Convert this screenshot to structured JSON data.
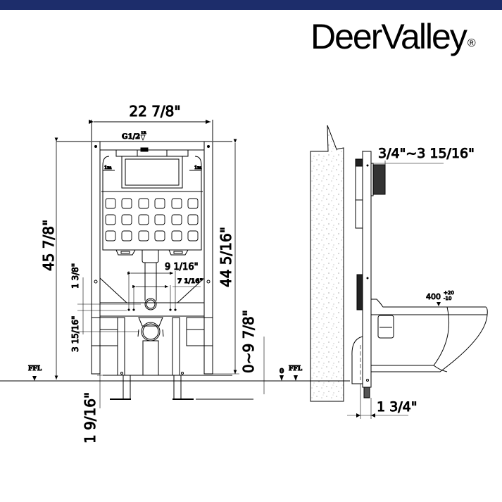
{
  "header": {
    "bar_color": "#1d2d6b",
    "brand": "DeerValley",
    "registered": "®"
  },
  "front_view": {
    "overall_width": "22 7/8\"",
    "overall_height": "45 7/8\"",
    "frame_height": "44 5/16\"",
    "water_inlet": "G1/2",
    "inlet_arrow_label": "1R",
    "water_level_left": "1m",
    "water_level_right": "1m",
    "bolt_spacing_outer": "9 1/16\"",
    "bolt_spacing_inner": "7 1/16\"",
    "bolt_to_pipe_height": "1 3/8\"",
    "pipe_to_outlet_height": "3 15/16\"",
    "foot_adjust": "1 9/16\"",
    "height_adjust": "0~9 7/8\"",
    "floor_label": "FFL",
    "zero_label": "0"
  },
  "side_view": {
    "plate_offset": "3/4\"~3 15/16\"",
    "bowl_height": "400",
    "bowl_tol_plus": "+20",
    "bowl_tol_minus": "-10",
    "frame_depth": "1 3/4\"",
    "floor_label": "FFL"
  }
}
